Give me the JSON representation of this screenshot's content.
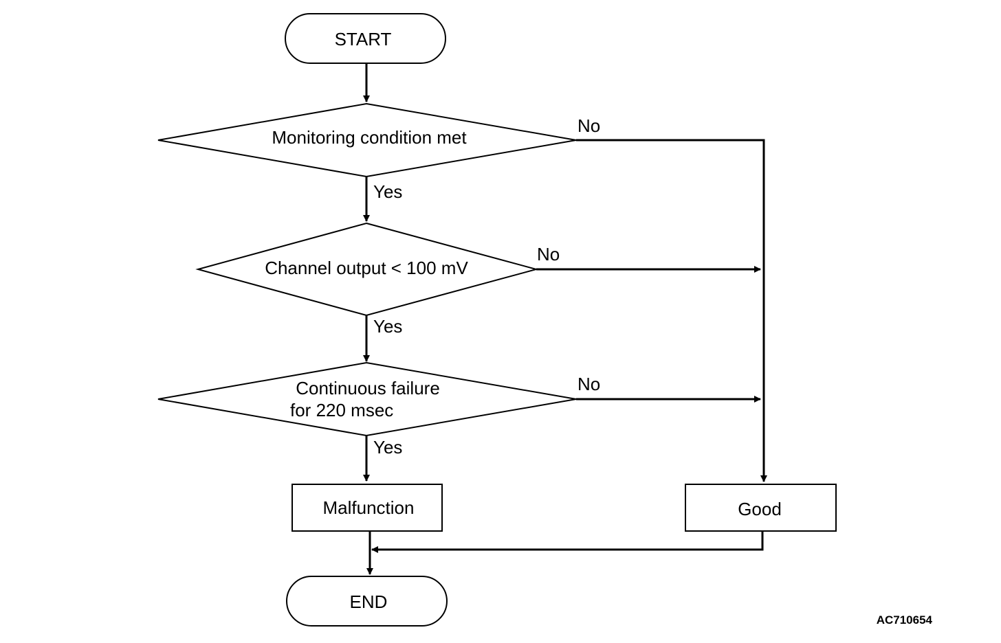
{
  "flowchart": {
    "start": {
      "label": "START"
    },
    "decision_1": {
      "label": "Monitoring condition met",
      "yes": "Yes",
      "no": "No"
    },
    "decision_2": {
      "label": "Channel output < 100 mV",
      "yes": "Yes",
      "no": "No"
    },
    "decision_3": {
      "label_line1": "Continuous failure",
      "label_line2": "for 220 msec",
      "yes": "Yes",
      "no": "No"
    },
    "malfunction": {
      "label": "Malfunction"
    },
    "good": {
      "label": "Good"
    },
    "end": {
      "label": "END"
    }
  },
  "figure_id": "AC710654"
}
